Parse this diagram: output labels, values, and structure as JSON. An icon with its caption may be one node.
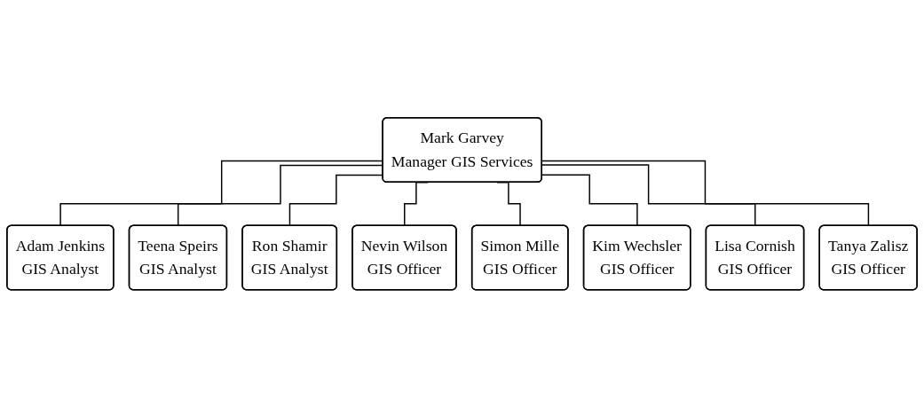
{
  "diagram": {
    "nodes": [
      {
        "text": [
          "Mark Garvey",
          "Manager GIS Services"
        ]
      },
      {
        "text": [
          "Adam Jenkins",
          "GIS Analyst"
        ]
      },
      {
        "text": [
          "Teena Speirs",
          "GIS Analyst"
        ]
      },
      {
        "text": [
          "Ron Shamir",
          "GIS Analyst"
        ]
      },
      {
        "text": [
          "Nevin Wilson",
          "GIS Officer"
        ]
      },
      {
        "text": [
          "Simon Mille",
          "GIS Officer"
        ]
      },
      {
        "text": [
          "Kim Wechsler",
          "GIS Officer"
        ]
      },
      {
        "text": [
          "Lisa Cornish",
          "GIS Officer"
        ]
      },
      {
        "text": [
          "Tanya Zalisz",
          "GIS Officer"
        ]
      }
    ],
    "edges": [
      {
        "from": 0,
        "to": 1,
        "arrow": "none"
      },
      {
        "from": 0,
        "to": 2,
        "arrow": "none"
      },
      {
        "from": 0,
        "to": 3,
        "arrow": "none"
      },
      {
        "from": 0,
        "to": 4,
        "arrow": "none"
      },
      {
        "from": 0,
        "to": 5,
        "arrow": "none"
      },
      {
        "from": 0,
        "to": 6,
        "arrow": "none"
      },
      {
        "from": 0,
        "to": 7,
        "arrow": "none"
      },
      {
        "from": 0,
        "to": 8,
        "arrow": "none"
      }
    ]
  }
}
